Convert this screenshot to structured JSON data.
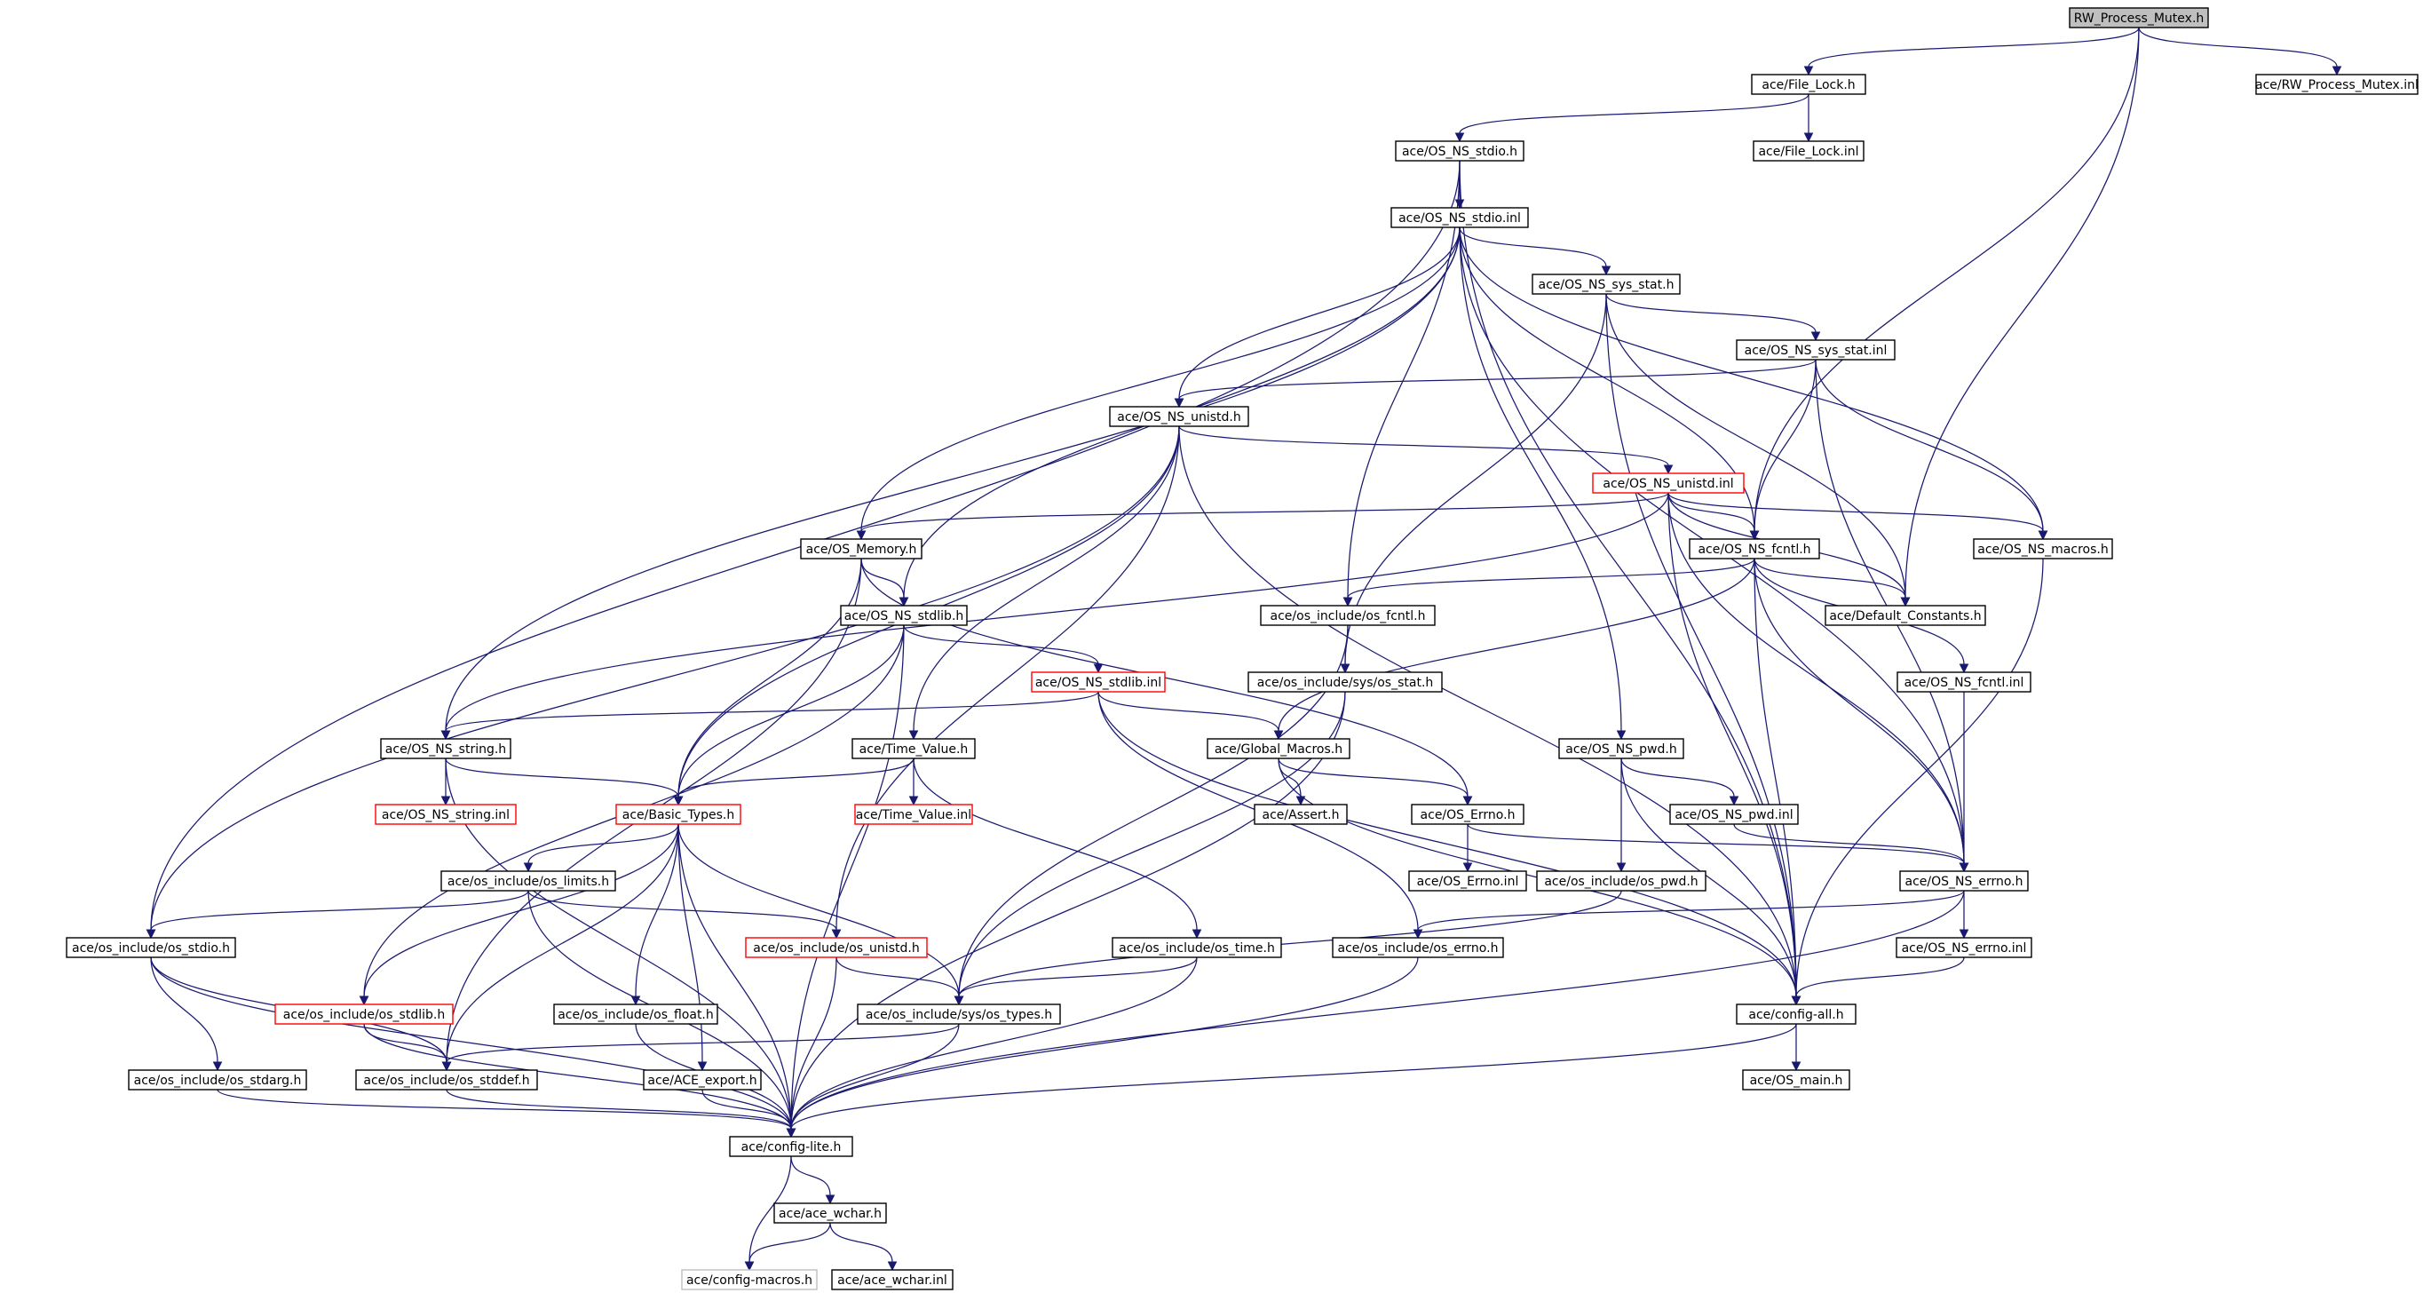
{
  "diagram": {
    "title": "RW_Process_Mutex.h include dependency graph",
    "colors": {
      "edge": "#191970",
      "box_border": "#000000",
      "truncated_border": "#ff0000",
      "external_border": "#bfbfbf",
      "root_fill": "#bfbfbf"
    },
    "nodes": [
      {
        "id": "rw",
        "label": "RW_Process_Mutex.h",
        "style": "root"
      },
      {
        "id": "file_lock_h",
        "label": "ace/File_Lock.h",
        "style": "normal"
      },
      {
        "id": "rw_inl",
        "label": "ace/RW_Process_Mutex.inl",
        "style": "normal"
      },
      {
        "id": "file_lock_inl",
        "label": "ace/File_Lock.inl",
        "style": "normal"
      },
      {
        "id": "os_ns_stdio_h",
        "label": "ace/OS_NS_stdio.h",
        "style": "normal"
      },
      {
        "id": "os_ns_stdio_inl",
        "label": "ace/OS_NS_stdio.inl",
        "style": "normal"
      },
      {
        "id": "os_ns_sys_stat_h",
        "label": "ace/OS_NS_sys_stat.h",
        "style": "normal"
      },
      {
        "id": "os_ns_sys_stat_inl",
        "label": "ace/OS_NS_sys_stat.inl",
        "style": "normal"
      },
      {
        "id": "os_ns_unistd_h",
        "label": "ace/OS_NS_unistd.h",
        "style": "normal"
      },
      {
        "id": "os_ns_unistd_inl",
        "label": "ace/OS_NS_unistd.inl",
        "style": "red"
      },
      {
        "id": "os_memory_h",
        "label": "ace/OS_Memory.h",
        "style": "normal"
      },
      {
        "id": "os_ns_fcntl_h",
        "label": "ace/OS_NS_fcntl.h",
        "style": "normal"
      },
      {
        "id": "os_ns_macros_h",
        "label": "ace/OS_NS_macros.h",
        "style": "normal"
      },
      {
        "id": "os_ns_stdlib_h",
        "label": "ace/OS_NS_stdlib.h",
        "style": "normal"
      },
      {
        "id": "os_inc_fcntl_h",
        "label": "ace/os_include/os_fcntl.h",
        "style": "normal"
      },
      {
        "id": "default_constants_h",
        "label": "ace/Default_Constants.h",
        "style": "normal"
      },
      {
        "id": "os_ns_stdlib_inl",
        "label": "ace/OS_NS_stdlib.inl",
        "style": "red"
      },
      {
        "id": "os_inc_sys_stat_h",
        "label": "ace/os_include/sys/os_stat.h",
        "style": "normal"
      },
      {
        "id": "os_ns_fcntl_inl",
        "label": "ace/OS_NS_fcntl.inl",
        "style": "normal"
      },
      {
        "id": "os_ns_string_h",
        "label": "ace/OS_NS_string.h",
        "style": "normal"
      },
      {
        "id": "time_value_h",
        "label": "ace/Time_Value.h",
        "style": "normal"
      },
      {
        "id": "global_macros_h",
        "label": "ace/Global_Macros.h",
        "style": "normal"
      },
      {
        "id": "os_ns_pwd_h",
        "label": "ace/OS_NS_pwd.h",
        "style": "normal"
      },
      {
        "id": "os_ns_string_inl",
        "label": "ace/OS_NS_string.inl",
        "style": "red"
      },
      {
        "id": "basic_types_h",
        "label": "ace/Basic_Types.h",
        "style": "red"
      },
      {
        "id": "time_value_inl",
        "label": "ace/Time_Value.inl",
        "style": "red"
      },
      {
        "id": "assert_h",
        "label": "ace/Assert.h",
        "style": "normal"
      },
      {
        "id": "os_errno_h",
        "label": "ace/OS_Errno.h",
        "style": "normal"
      },
      {
        "id": "os_ns_pwd_inl",
        "label": "ace/OS_NS_pwd.inl",
        "style": "normal"
      },
      {
        "id": "os_inc_limits_h",
        "label": "ace/os_include/os_limits.h",
        "style": "normal"
      },
      {
        "id": "os_errno_inl",
        "label": "ace/OS_Errno.inl",
        "style": "normal"
      },
      {
        "id": "os_inc_pwd_h",
        "label": "ace/os_include/os_pwd.h",
        "style": "normal"
      },
      {
        "id": "os_ns_errno_h",
        "label": "ace/OS_NS_errno.h",
        "style": "normal"
      },
      {
        "id": "os_inc_stdio_h",
        "label": "ace/os_include/os_stdio.h",
        "style": "normal"
      },
      {
        "id": "os_inc_unistd_h",
        "label": "ace/os_include/os_unistd.h",
        "style": "red"
      },
      {
        "id": "os_inc_time_h",
        "label": "ace/os_include/os_time.h",
        "style": "normal"
      },
      {
        "id": "os_inc_errno_h",
        "label": "ace/os_include/os_errno.h",
        "style": "normal"
      },
      {
        "id": "os_ns_errno_inl",
        "label": "ace/OS_NS_errno.inl",
        "style": "normal"
      },
      {
        "id": "os_inc_stdlib_h",
        "label": "ace/os_include/os_stdlib.h",
        "style": "red"
      },
      {
        "id": "os_inc_float_h",
        "label": "ace/os_include/os_float.h",
        "style": "normal"
      },
      {
        "id": "os_inc_sys_types_h",
        "label": "ace/os_include/sys/os_types.h",
        "style": "normal"
      },
      {
        "id": "config_all_h",
        "label": "ace/config-all.h",
        "style": "normal"
      },
      {
        "id": "os_inc_stdarg_h",
        "label": "ace/os_include/os_stdarg.h",
        "style": "normal"
      },
      {
        "id": "os_inc_stddef_h",
        "label": "ace/os_include/os_stddef.h",
        "style": "normal"
      },
      {
        "id": "ace_export_h",
        "label": "ace/ACE_export.h",
        "style": "normal"
      },
      {
        "id": "os_main_h",
        "label": "ace/OS_main.h",
        "style": "normal"
      },
      {
        "id": "config_lite_h",
        "label": "ace/config-lite.h",
        "style": "normal"
      },
      {
        "id": "ace_wchar_h",
        "label": "ace/ace_wchar.h",
        "style": "normal"
      },
      {
        "id": "config_macros_h",
        "label": "ace/config-macros.h",
        "style": "gray"
      },
      {
        "id": "ace_wchar_inl",
        "label": "ace/ace_wchar.inl",
        "style": "normal"
      }
    ],
    "edges": [
      [
        "rw",
        "file_lock_h"
      ],
      [
        "rw",
        "rw_inl"
      ],
      [
        "rw",
        "os_ns_fcntl_h"
      ],
      [
        "rw",
        "default_constants_h"
      ],
      [
        "file_lock_h",
        "file_lock_inl"
      ],
      [
        "file_lock_h",
        "os_ns_stdio_h"
      ],
      [
        "os_ns_stdio_h",
        "os_ns_stdio_inl"
      ],
      [
        "os_ns_stdio_h",
        "os_inc_stdio_h"
      ],
      [
        "os_ns_stdio_h",
        "os_inc_fcntl_h"
      ],
      [
        "os_ns_stdio_h",
        "config_all_h"
      ],
      [
        "os_ns_stdio_inl",
        "os_ns_sys_stat_h"
      ],
      [
        "os_ns_stdio_inl",
        "os_ns_unistd_h"
      ],
      [
        "os_ns_stdio_inl",
        "os_memory_h"
      ],
      [
        "os_ns_stdio_inl",
        "os_ns_stdlib_h"
      ],
      [
        "os_ns_stdio_inl",
        "os_ns_string_h"
      ],
      [
        "os_ns_stdio_inl",
        "os_ns_fcntl_h"
      ],
      [
        "os_ns_stdio_inl",
        "os_ns_macros_h"
      ],
      [
        "os_ns_stdio_inl",
        "os_ns_pwd_h"
      ],
      [
        "os_ns_stdio_inl",
        "os_ns_errno_h"
      ],
      [
        "os_ns_sys_stat_h",
        "os_ns_sys_stat_inl"
      ],
      [
        "os_ns_sys_stat_h",
        "os_inc_sys_stat_h"
      ],
      [
        "os_ns_sys_stat_h",
        "default_constants_h"
      ],
      [
        "os_ns_sys_stat_h",
        "config_all_h"
      ],
      [
        "os_ns_sys_stat_inl",
        "os_ns_unistd_h"
      ],
      [
        "os_ns_sys_stat_inl",
        "os_ns_fcntl_h"
      ],
      [
        "os_ns_sys_stat_inl",
        "os_ns_macros_h"
      ],
      [
        "os_ns_sys_stat_inl",
        "os_ns_errno_h"
      ],
      [
        "os_ns_unistd_h",
        "os_ns_unistd_inl"
      ],
      [
        "os_ns_unistd_h",
        "basic_types_h"
      ],
      [
        "os_ns_unistd_h",
        "time_value_h"
      ],
      [
        "os_ns_unistd_h",
        "os_inc_stdio_h"
      ],
      [
        "os_ns_unistd_h",
        "os_inc_unistd_h"
      ],
      [
        "os_ns_unistd_h",
        "config_all_h"
      ],
      [
        "os_ns_unistd_inl",
        "os_memory_h"
      ],
      [
        "os_ns_unistd_inl",
        "os_ns_fcntl_h"
      ],
      [
        "os_ns_unistd_inl",
        "os_ns_macros_h"
      ],
      [
        "os_ns_unistd_inl",
        "default_constants_h"
      ],
      [
        "os_ns_unistd_inl",
        "os_ns_string_h"
      ],
      [
        "os_ns_unistd_inl",
        "os_ns_errno_h"
      ],
      [
        "os_ns_unistd_inl",
        "config_all_h"
      ],
      [
        "os_memory_h",
        "os_ns_stdlib_h"
      ],
      [
        "os_memory_h",
        "basic_types_h"
      ],
      [
        "os_memory_h",
        "os_errno_h"
      ],
      [
        "os_memory_h",
        "os_inc_stddef_h"
      ],
      [
        "os_ns_fcntl_h",
        "default_constants_h"
      ],
      [
        "os_ns_fcntl_h",
        "os_inc_fcntl_h"
      ],
      [
        "os_ns_fcntl_h",
        "os_ns_fcntl_inl"
      ],
      [
        "os_ns_fcntl_h",
        "global_macros_h"
      ],
      [
        "os_ns_fcntl_h",
        "config_all_h"
      ],
      [
        "os_ns_fcntl_h",
        "os_ns_errno_h"
      ],
      [
        "os_ns_macros_h",
        "config_all_h"
      ],
      [
        "os_ns_stdlib_h",
        "os_ns_stdlib_inl"
      ],
      [
        "os_ns_stdlib_h",
        "basic_types_h"
      ],
      [
        "os_ns_stdlib_h",
        "os_inc_stdlib_h"
      ],
      [
        "os_ns_stdlib_h",
        "config_lite_h"
      ],
      [
        "os_inc_fcntl_h",
        "os_inc_sys_stat_h"
      ],
      [
        "os_inc_fcntl_h",
        "os_inc_sys_types_h"
      ],
      [
        "os_ns_stdlib_inl",
        "os_ns_string_h"
      ],
      [
        "os_ns_stdlib_inl",
        "global_macros_h"
      ],
      [
        "os_ns_stdlib_inl",
        "os_inc_errno_h"
      ],
      [
        "os_ns_stdlib_inl",
        "config_all_h"
      ],
      [
        "os_inc_sys_stat_h",
        "os_inc_sys_types_h"
      ],
      [
        "os_inc_sys_stat_h",
        "config_lite_h"
      ],
      [
        "os_ns_fcntl_inl",
        "os_ns_errno_h"
      ],
      [
        "os_ns_string_h",
        "os_ns_string_inl"
      ],
      [
        "os_ns_string_h",
        "basic_types_h"
      ],
      [
        "os_ns_string_h",
        "config_lite_h"
      ],
      [
        "time_value_h",
        "time_value_inl"
      ],
      [
        "time_value_h",
        "basic_types_h"
      ],
      [
        "time_value_h",
        "os_inc_time_h"
      ],
      [
        "global_macros_h",
        "assert_h"
      ],
      [
        "global_macros_h",
        "os_errno_h"
      ],
      [
        "global_macros_h",
        "config_all_h"
      ],
      [
        "os_ns_pwd_h",
        "os_ns_pwd_inl"
      ],
      [
        "os_ns_pwd_h",
        "os_inc_pwd_h"
      ],
      [
        "os_ns_pwd_h",
        "config_all_h"
      ],
      [
        "basic_types_h",
        "os_inc_limits_h"
      ],
      [
        "basic_types_h",
        "os_inc_float_h"
      ],
      [
        "basic_types_h",
        "os_inc_sys_types_h"
      ],
      [
        "basic_types_h",
        "os_inc_stdlib_h"
      ],
      [
        "basic_types_h",
        "os_inc_stddef_h"
      ],
      [
        "basic_types_h",
        "ace_export_h"
      ],
      [
        "basic_types_h",
        "config_lite_h"
      ],
      [
        "os_errno_h",
        "os_errno_inl"
      ],
      [
        "os_errno_h",
        "os_ns_errno_h"
      ],
      [
        "os_ns_pwd_inl",
        "os_ns_errno_h"
      ],
      [
        "os_inc_limits_h",
        "os_inc_stdio_h"
      ],
      [
        "os_inc_limits_h",
        "os_inc_unistd_h"
      ],
      [
        "os_inc_limits_h",
        "config_lite_h"
      ],
      [
        "os_inc_pwd_h",
        "os_inc_sys_types_h"
      ],
      [
        "os_ns_errno_h",
        "os_ns_errno_inl"
      ],
      [
        "os_ns_errno_h",
        "os_inc_errno_h"
      ],
      [
        "os_ns_errno_h",
        "config_lite_h"
      ],
      [
        "os_inc_stdio_h",
        "os_inc_stdarg_h"
      ],
      [
        "os_inc_stdio_h",
        "os_inc_stddef_h"
      ],
      [
        "os_inc_stdio_h",
        "config_lite_h"
      ],
      [
        "os_inc_unistd_h",
        "os_inc_sys_types_h"
      ],
      [
        "os_inc_unistd_h",
        "config_lite_h"
      ],
      [
        "os_inc_time_h",
        "os_inc_sys_types_h"
      ],
      [
        "os_inc_time_h",
        "config_lite_h"
      ],
      [
        "os_inc_errno_h",
        "config_lite_h"
      ],
      [
        "os_ns_errno_inl",
        "config_all_h"
      ],
      [
        "os_inc_stdlib_h",
        "os_inc_stddef_h"
      ],
      [
        "os_inc_stdlib_h",
        "config_lite_h"
      ],
      [
        "os_inc_float_h",
        "config_lite_h"
      ],
      [
        "os_inc_sys_types_h",
        "os_inc_stddef_h"
      ],
      [
        "os_inc_sys_types_h",
        "config_lite_h"
      ],
      [
        "config_all_h",
        "os_main_h"
      ],
      [
        "config_all_h",
        "config_lite_h"
      ],
      [
        "os_inc_stdarg_h",
        "config_lite_h"
      ],
      [
        "os_inc_stddef_h",
        "config_lite_h"
      ],
      [
        "ace_export_h",
        "config_lite_h"
      ],
      [
        "config_lite_h",
        "ace_wchar_h"
      ],
      [
        "config_lite_h",
        "config_macros_h"
      ],
      [
        "ace_wchar_h",
        "ace_wchar_inl"
      ],
      [
        "ace_wchar_h",
        "config_macros_h"
      ]
    ]
  }
}
